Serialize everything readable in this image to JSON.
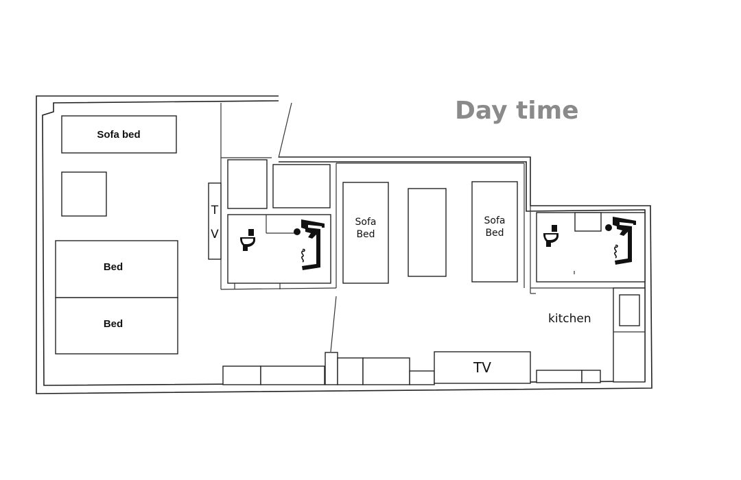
{
  "title": "Day time",
  "rooms": {
    "left": {
      "sofa_bed": "Sofa bed",
      "bed_1": "Bed",
      "bed_2": "Bed",
      "tv_line1": "T",
      "tv_line2": "V"
    },
    "middle": {
      "sofa_bed_a_line1": "Sofa",
      "sofa_bed_a_line2": "Bed",
      "sofa_bed_b_line1": "Sofa",
      "sofa_bed_b_line2": "Bed"
    },
    "kitchen": "kitchen",
    "tv": "TV"
  },
  "icons": [
    "toilet-icon",
    "bathtub-icon"
  ]
}
